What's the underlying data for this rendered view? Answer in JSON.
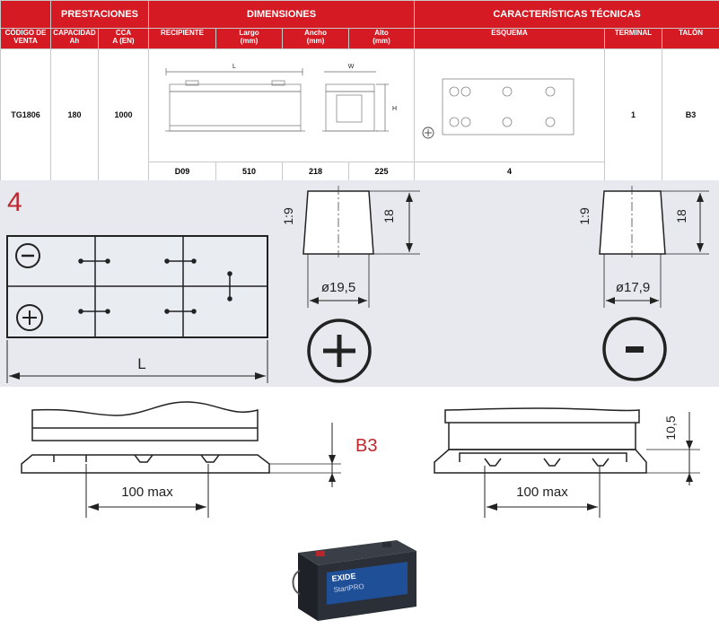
{
  "table": {
    "groups": {
      "prestaciones": "PRESTACIONES",
      "dimensiones": "DIMENSIONES",
      "caracteristicas": "CARACTERÍSTICAS TÉCNICAS"
    },
    "columns": {
      "codigo": "CÓDIGO DE VENTA",
      "capacidad": "CAPACIDAD",
      "capacidad_unit": "Ah",
      "cca": "CCA",
      "cca_unit": "A (EN)",
      "recipiente": "RECIPIENTE",
      "largo": "Largo",
      "largo_unit": "(mm)",
      "ancho": "Ancho",
      "ancho_unit": "(mm)",
      "alto": "Alto",
      "alto_unit": "(mm)",
      "esquema": "ESQUEMA",
      "terminal": "TERMINAL",
      "talon": "TALÓN"
    },
    "row": {
      "codigo": "TG1806",
      "capacidad": "180",
      "cca": "1000",
      "terminal": "1",
      "talon": "B3"
    },
    "dims_row": {
      "recipiente": "D09",
      "largo": "510",
      "ancho": "218",
      "alto": "225",
      "esquema": "4"
    },
    "drawing_labels": {
      "L": "L",
      "W": "W",
      "H": "H"
    }
  },
  "diagram": {
    "scheme_number": "4",
    "length_label": "L",
    "pos_terminal": {
      "top_dim": "1:9",
      "height_dim": "18",
      "diameter": "ø19,5"
    },
    "neg_terminal": {
      "top_dim": "1:9",
      "height_dim": "18",
      "diameter": "ø17,9"
    },
    "hold_down_label": "B3",
    "left_max": "100 max",
    "right_max": "100 max",
    "right_height": "10,5"
  },
  "photo": {
    "brand": "EXIDE",
    "product": "StartPRO"
  },
  "colors": {
    "header_red": "#d51a24",
    "scheme_red": "#c0262d",
    "panel_bg": "#e7e9ee"
  }
}
